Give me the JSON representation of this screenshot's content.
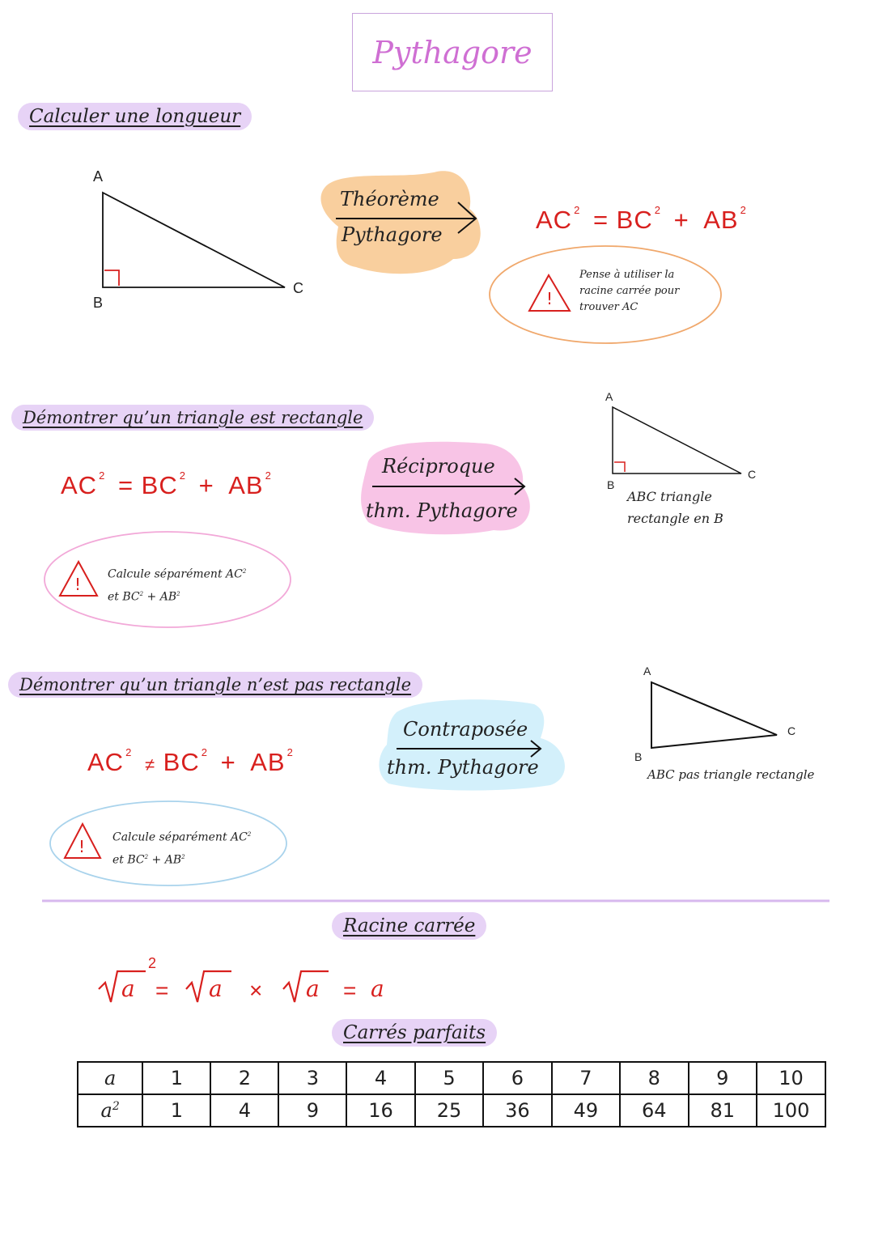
{
  "title": "Pythagore",
  "colors": {
    "red": "#d8201e",
    "pill": "#e7d3f6",
    "orange_blob": "#f9cf9e",
    "pink_blob": "#f8c4e6",
    "blue_blob": "#d3f0fb"
  },
  "section1": {
    "heading": "Calculer une longueur",
    "triangle_labels": {
      "a": "A",
      "b": "B",
      "c": "C"
    },
    "arrow_top": "Théorème",
    "arrow_bottom": "Pythagore",
    "formula": {
      "ac": "AC",
      "eq": "=",
      "bc": "BC",
      "plus": "+",
      "ab": "AB",
      "exp": "2"
    },
    "note_icon": "warning-icon",
    "note_lines": [
      "Pense à utiliser la",
      "racine carrée pour",
      "trouver AC"
    ]
  },
  "section2": {
    "heading": "Démontrer qu’un triangle est rectangle",
    "formula": {
      "ac": "AC",
      "eq": "=",
      "bc": "BC",
      "plus": "+",
      "ab": "AB",
      "exp": "2"
    },
    "arrow_top": "Réciproque",
    "arrow_bottom": "thm. Pythagore",
    "triangle_labels": {
      "a": "A",
      "b": "B",
      "c": "C"
    },
    "caption_lines": [
      "ABC triangle",
      "rectangle en B"
    ],
    "note_lines": [
      "Calcule séparément AC",
      "et BC",
      "+ AB"
    ]
  },
  "section3": {
    "heading": "Démontrer qu’un triangle n’est pas rectangle",
    "formula": {
      "ac": "AC",
      "neq": "≠",
      "bc": "BC",
      "plus": "+",
      "ab": "AB",
      "exp": "2"
    },
    "arrow_top": "Contraposée",
    "arrow_bottom": "thm. Pythagore",
    "triangle_labels": {
      "a": "A",
      "b": "B",
      "c": "C"
    },
    "caption": "ABC pas triangle rectangle",
    "note_lines": [
      "Calcule séparément AC",
      "et BC",
      "+ AB"
    ]
  },
  "racine": {
    "heading": "Racine carrée",
    "formula": {
      "var": "a",
      "exp": "2",
      "eq": "=",
      "times": "×",
      "result": "a"
    }
  },
  "carres": {
    "heading": "Carrés parfaits",
    "row_a_label": "a",
    "row_a2_label": "a",
    "row_a2_exp": "2",
    "a": [
      "1",
      "2",
      "3",
      "4",
      "5",
      "6",
      "7",
      "8",
      "9",
      "10"
    ],
    "a2": [
      "1",
      "4",
      "9",
      "16",
      "25",
      "36",
      "49",
      "64",
      "81",
      "100"
    ]
  }
}
